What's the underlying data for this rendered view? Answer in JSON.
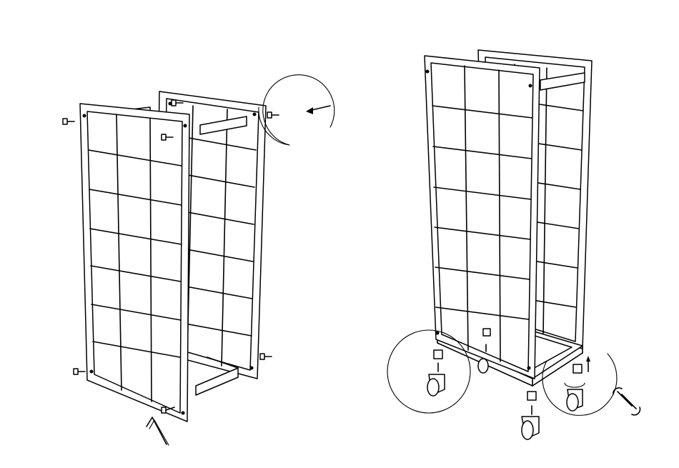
{
  "diagram": {
    "steps": [
      {
        "id": "step-1",
        "parts": [
          "side-frame-front",
          "side-frame-back",
          "cross-bars",
          "screws",
          "allen-key",
          "detail-circle"
        ]
      },
      {
        "id": "step-2",
        "parts": [
          "assembled-rack",
          "caster-wheels",
          "detail-circle-left",
          "detail-circle-right",
          "wrench"
        ]
      }
    ]
  }
}
